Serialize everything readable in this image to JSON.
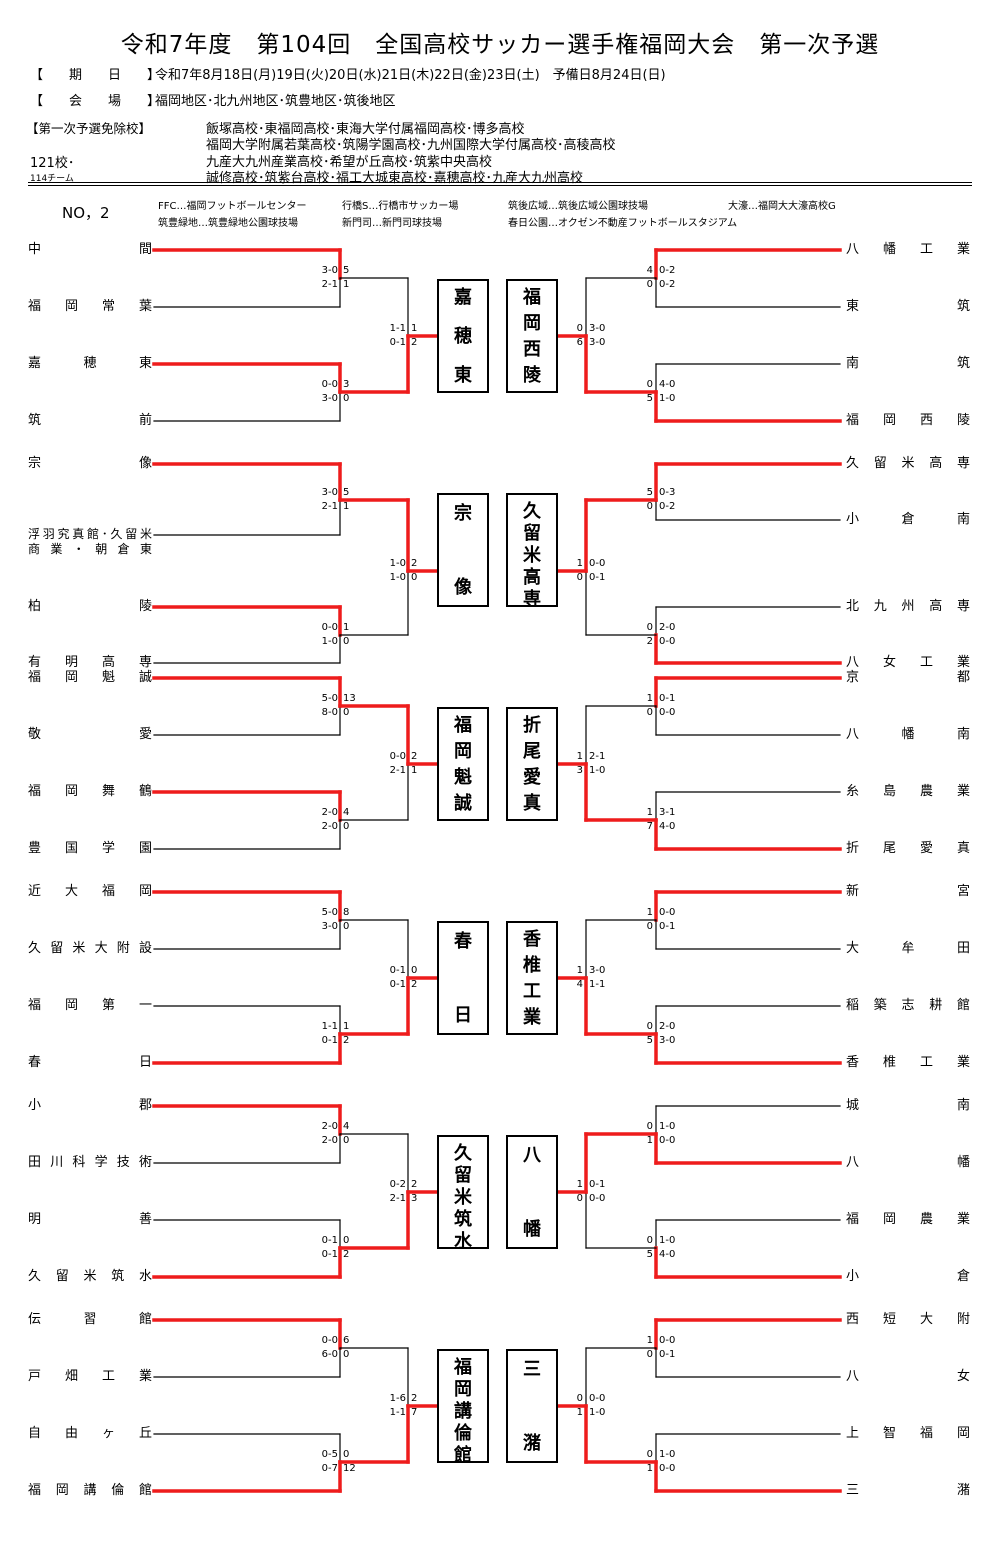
{
  "header": {
    "title": "令和7年度　第104回　全国高校サッカー選手権福岡大会　第一次予選",
    "period_key": "【　　期　　日　　】",
    "period_value": "令和7年8月18日(月)19日(火)20日(水)21日(木)22日(金)23日(土)　予備日8月24日(日)",
    "venue_key": "【　　会　　場　　】",
    "venue_value": "福岡地区･北九州地区･筑豊地区･筑後地区",
    "exempt_key": "【第一次予選免除校】",
    "exempt_lines": [
      "飯塚高校･東福岡高校･東海大学付属福岡高校･博多高校",
      "福岡大学附属若葉高校･筑陽学園高校･九州国際大学付属高校･高稜高校",
      "九産大九州産業高校･希望が丘高校･筑紫中央高校",
      "誠修高校･筑紫台高校･福工大城東高校･嘉穂高校･九産大九州高校"
    ],
    "school_count": "121校･",
    "team_count": "114チーム",
    "sheet_no": "NO，2",
    "venue_notes": [
      "FFC…福岡フットボールセンター",
      "筑豊緑地…筑豊緑地公園球技場",
      "行橋S…行橋市サッカー場",
      "新門司…新門司球技場",
      "筑後広域…筑後広域公園球技場",
      "春日公園…オクゼン不動産フットボールスタジアム",
      "大濠…福岡大大濠高校G"
    ]
  },
  "groups": [
    {
      "left": {
        "teams": [
          [
            "中間"
          ],
          [
            "福岡常葉"
          ],
          [
            "嘉穂東"
          ],
          [
            "筑前"
          ]
        ],
        "r1": [
          {
            "top": [
              "3-0",
              "5"
            ],
            "bot": [
              "2-1",
              "1"
            ],
            "winner": "top"
          },
          {
            "top": [
              "0-0",
              "3"
            ],
            "bot": [
              "3-0",
              "0"
            ],
            "winner": "top"
          }
        ],
        "r2": {
          "top": [
            "1-1",
            "1"
          ],
          "bot": [
            "0-1",
            "2"
          ],
          "winner": "bot"
        },
        "champion": "嘉穂東"
      },
      "right": {
        "teams": [
          [
            "八幡工業"
          ],
          [
            "東筑"
          ],
          [
            "南筑"
          ],
          [
            "福岡西陵"
          ]
        ],
        "r1": [
          {
            "top": [
              "4",
              "0-2"
            ],
            "bot": [
              "0",
              "0-2"
            ],
            "winner": "top"
          },
          {
            "top": [
              "0",
              "4-0"
            ],
            "bot": [
              "5",
              "1-0"
            ],
            "winner": "bot"
          }
        ],
        "r2": {
          "top": [
            "0",
            "3-0"
          ],
          "bot": [
            "6",
            "3-0"
          ],
          "winner": "bot"
        },
        "champion": "福岡西陵"
      }
    },
    {
      "left": {
        "teams": [
          [
            "宗像"
          ],
          [
            "浮羽究真館･久留米",
            "商業・朝倉東"
          ],
          [
            "柏陵"
          ],
          [
            "有明高専"
          ]
        ],
        "r1": [
          {
            "top": [
              "3-0",
              "5"
            ],
            "bot": [
              "2-1",
              "1"
            ],
            "winner": "top"
          },
          {
            "top": [
              "0-0",
              "1"
            ],
            "bot": [
              "1-0",
              "0"
            ],
            "winner": "top"
          }
        ],
        "r2": {
          "top": [
            "1-0",
            "2"
          ],
          "bot": [
            "1-0",
            "0"
          ],
          "winner": "top"
        },
        "champion": "宗像"
      },
      "right": {
        "teams": [
          [
            "久留米高専"
          ],
          [
            "小倉南"
          ],
          [
            "北九州高専"
          ],
          [
            "八女工業"
          ]
        ],
        "r1": [
          {
            "top": [
              "5",
              "0-3"
            ],
            "bot": [
              "0",
              "0-2"
            ],
            "winner": "top"
          },
          {
            "top": [
              "0",
              "2-0"
            ],
            "bot": [
              "2",
              "0-0"
            ],
            "winner": "bot"
          }
        ],
        "r2": {
          "top": [
            "1",
            "0-0"
          ],
          "bot": [
            "0",
            "0-1"
          ],
          "winner": "top"
        },
        "champion": "久留米高専"
      }
    },
    {
      "left": {
        "teams": [
          [
            "福岡魁誠"
          ],
          [
            "敬愛"
          ],
          [
            "福岡舞鶴"
          ],
          [
            "豊国学園"
          ]
        ],
        "r1": [
          {
            "top": [
              "5-0",
              "13"
            ],
            "bot": [
              "8-0",
              "0"
            ],
            "winner": "top"
          },
          {
            "top": [
              "2-0",
              "4"
            ],
            "bot": [
              "2-0",
              "0"
            ],
            "winner": "top"
          }
        ],
        "r2": {
          "top": [
            "0-0",
            "2"
          ],
          "bot": [
            "2-1",
            "1"
          ],
          "winner": "top"
        },
        "champion": "福岡魁誠"
      },
      "right": {
        "teams": [
          [
            "京都"
          ],
          [
            "八幡南"
          ],
          [
            "糸島農業"
          ],
          [
            "折尾愛真"
          ]
        ],
        "r1": [
          {
            "top": [
              "1",
              "0-1"
            ],
            "bot": [
              "0",
              "0-0"
            ],
            "winner": "top"
          },
          {
            "top": [
              "1",
              "3-1"
            ],
            "bot": [
              "7",
              "4-0"
            ],
            "winner": "bot"
          }
        ],
        "r2": {
          "top": [
            "1",
            "2-1"
          ],
          "bot": [
            "3",
            "1-0"
          ],
          "winner": "bot"
        },
        "champion": "折尾愛真"
      }
    },
    {
      "left": {
        "teams": [
          [
            "近大福岡"
          ],
          [
            "久留米大附設"
          ],
          [
            "福岡第一"
          ],
          [
            "春日"
          ]
        ],
        "r1": [
          {
            "top": [
              "5-0",
              "8"
            ],
            "bot": [
              "3-0",
              "0"
            ],
            "winner": "top"
          },
          {
            "top": [
              "1-1",
              "1"
            ],
            "bot": [
              "0-1",
              "2"
            ],
            "winner": "bot"
          }
        ],
        "r2": {
          "top": [
            "0-1",
            "0"
          ],
          "bot": [
            "0-1",
            "2"
          ],
          "winner": "bot"
        },
        "champion": "春日"
      },
      "right": {
        "teams": [
          [
            "新宮"
          ],
          [
            "大牟田"
          ],
          [
            "稲築志耕館"
          ],
          [
            "香椎工業"
          ]
        ],
        "r1": [
          {
            "top": [
              "1",
              "0-0"
            ],
            "bot": [
              "0",
              "0-1"
            ],
            "winner": "top"
          },
          {
            "top": [
              "0",
              "2-0"
            ],
            "bot": [
              "5",
              "3-0"
            ],
            "winner": "bot"
          }
        ],
        "r2": {
          "top": [
            "1",
            "3-0"
          ],
          "bot": [
            "4",
            "1-1"
          ],
          "winner": "bot"
        },
        "champion": "香椎工業"
      }
    },
    {
      "left": {
        "teams": [
          [
            "小郡"
          ],
          [
            "田川科学技術"
          ],
          [
            "明善"
          ],
          [
            "久留米筑水"
          ]
        ],
        "r1": [
          {
            "top": [
              "2-0",
              "4"
            ],
            "bot": [
              "2-0",
              "0"
            ],
            "winner": "top"
          },
          {
            "top": [
              "0-1",
              "0"
            ],
            "bot": [
              "0-1",
              "2"
            ],
            "winner": "bot"
          }
        ],
        "r2": {
          "top": [
            "0-2",
            "2"
          ],
          "bot": [
            "2-1",
            "3"
          ],
          "winner": "bot"
        },
        "champion": "久留米筑水"
      },
      "right": {
        "teams": [
          [
            "城南"
          ],
          [
            "八幡"
          ],
          [
            "福岡農業"
          ],
          [
            "小倉"
          ]
        ],
        "r1": [
          {
            "top": [
              "0",
              "1-0"
            ],
            "bot": [
              "1",
              "0-0"
            ],
            "winner": "bot"
          },
          {
            "top": [
              "0",
              "1-0"
            ],
            "bot": [
              "5",
              "4-0"
            ],
            "winner": "bot"
          }
        ],
        "r2": {
          "top": [
            "1",
            "0-1"
          ],
          "bot": [
            "0",
            "0-0"
          ],
          "winner": "top"
        },
        "champion": "八幡"
      }
    },
    {
      "left": {
        "teams": [
          [
            "伝習館"
          ],
          [
            "戸畑工業"
          ],
          [
            "自由ヶ丘"
          ],
          [
            "福岡講倫館"
          ]
        ],
        "r1": [
          {
            "top": [
              "0-0",
              "6"
            ],
            "bot": [
              "6-0",
              "0"
            ],
            "winner": "top"
          },
          {
            "top": [
              "0-5",
              "0"
            ],
            "bot": [
              "0-7",
              "12"
            ],
            "winner": "bot"
          }
        ],
        "r2": {
          "top": [
            "1-6",
            "2"
          ],
          "bot": [
            "1-1",
            "7"
          ],
          "winner": "bot"
        },
        "champion": "福岡講倫館"
      },
      "right": {
        "teams": [
          [
            "西短大附"
          ],
          [
            "八女"
          ],
          [
            "上智福岡"
          ],
          [
            "三潴"
          ]
        ],
        "r1": [
          {
            "top": [
              "1",
              "0-0"
            ],
            "bot": [
              "0",
              "0-1"
            ],
            "winner": "top"
          },
          {
            "top": [
              "0",
              "1-0"
            ],
            "bot": [
              "1",
              "0-0"
            ],
            "winner": "bot"
          }
        ],
        "r2": {
          "top": [
            "0",
            "0-0"
          ],
          "bot": [
            "1",
            "1-0"
          ],
          "winner": "bot"
        },
        "champion": "三潴"
      }
    }
  ],
  "colors": {
    "win_line": "#ee1c1c",
    "line": "#000000"
  }
}
